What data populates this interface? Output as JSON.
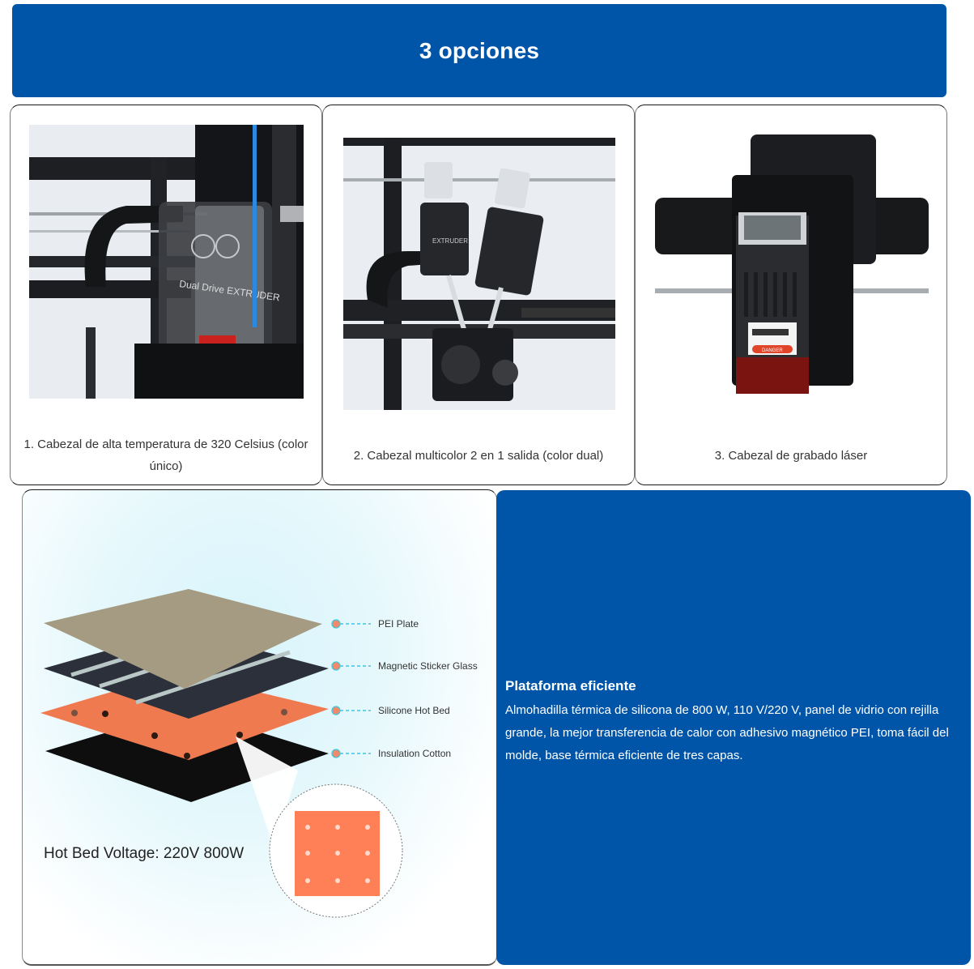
{
  "header": {
    "title": "3 opciones",
    "background_color": "#0055a8"
  },
  "options": [
    {
      "caption": "1. Cabezal de alta temperatura de 320 Celsius (color único)",
      "image": "single-extruder-photo",
      "image_text": "Dual Drive EXTRUDER"
    },
    {
      "caption": "2. Cabezal multicolor 2 en 1 salida (color dual)",
      "image": "dual-color-extruder-photo",
      "image_text": "EXTRUDER"
    },
    {
      "caption": "3. Cabezal de grabado láser",
      "image": "laser-engraving-head-photo",
      "image_text": "DANGER"
    }
  ],
  "hot_bed_figure": {
    "layers": [
      {
        "label": "PEI Plate",
        "color": "#a59a82"
      },
      {
        "label": "Magnetic Sticker Glass",
        "color": "#2b303a"
      },
      {
        "label": "Silicone Hot Bed",
        "color": "#f07a50"
      },
      {
        "label": "Insulation Cotton",
        "color": "#0e0e0e"
      }
    ],
    "voltage_text": "Hot Bed Voltage: 220V 800W",
    "accent_dot_color": "#f08a6a",
    "leader_line_color": "#3cc8e0"
  },
  "info_panel": {
    "title": "Plataforma eficiente",
    "text": "Almohadilla térmica de silicona de 800 W, 110 V/220 V, panel de vidrio con rejilla grande, la mejor transferencia de calor con adhesivo magnético PEI, toma fácil del molde, base térmica eficiente de tres capas.",
    "background_color": "#0055a8"
  }
}
